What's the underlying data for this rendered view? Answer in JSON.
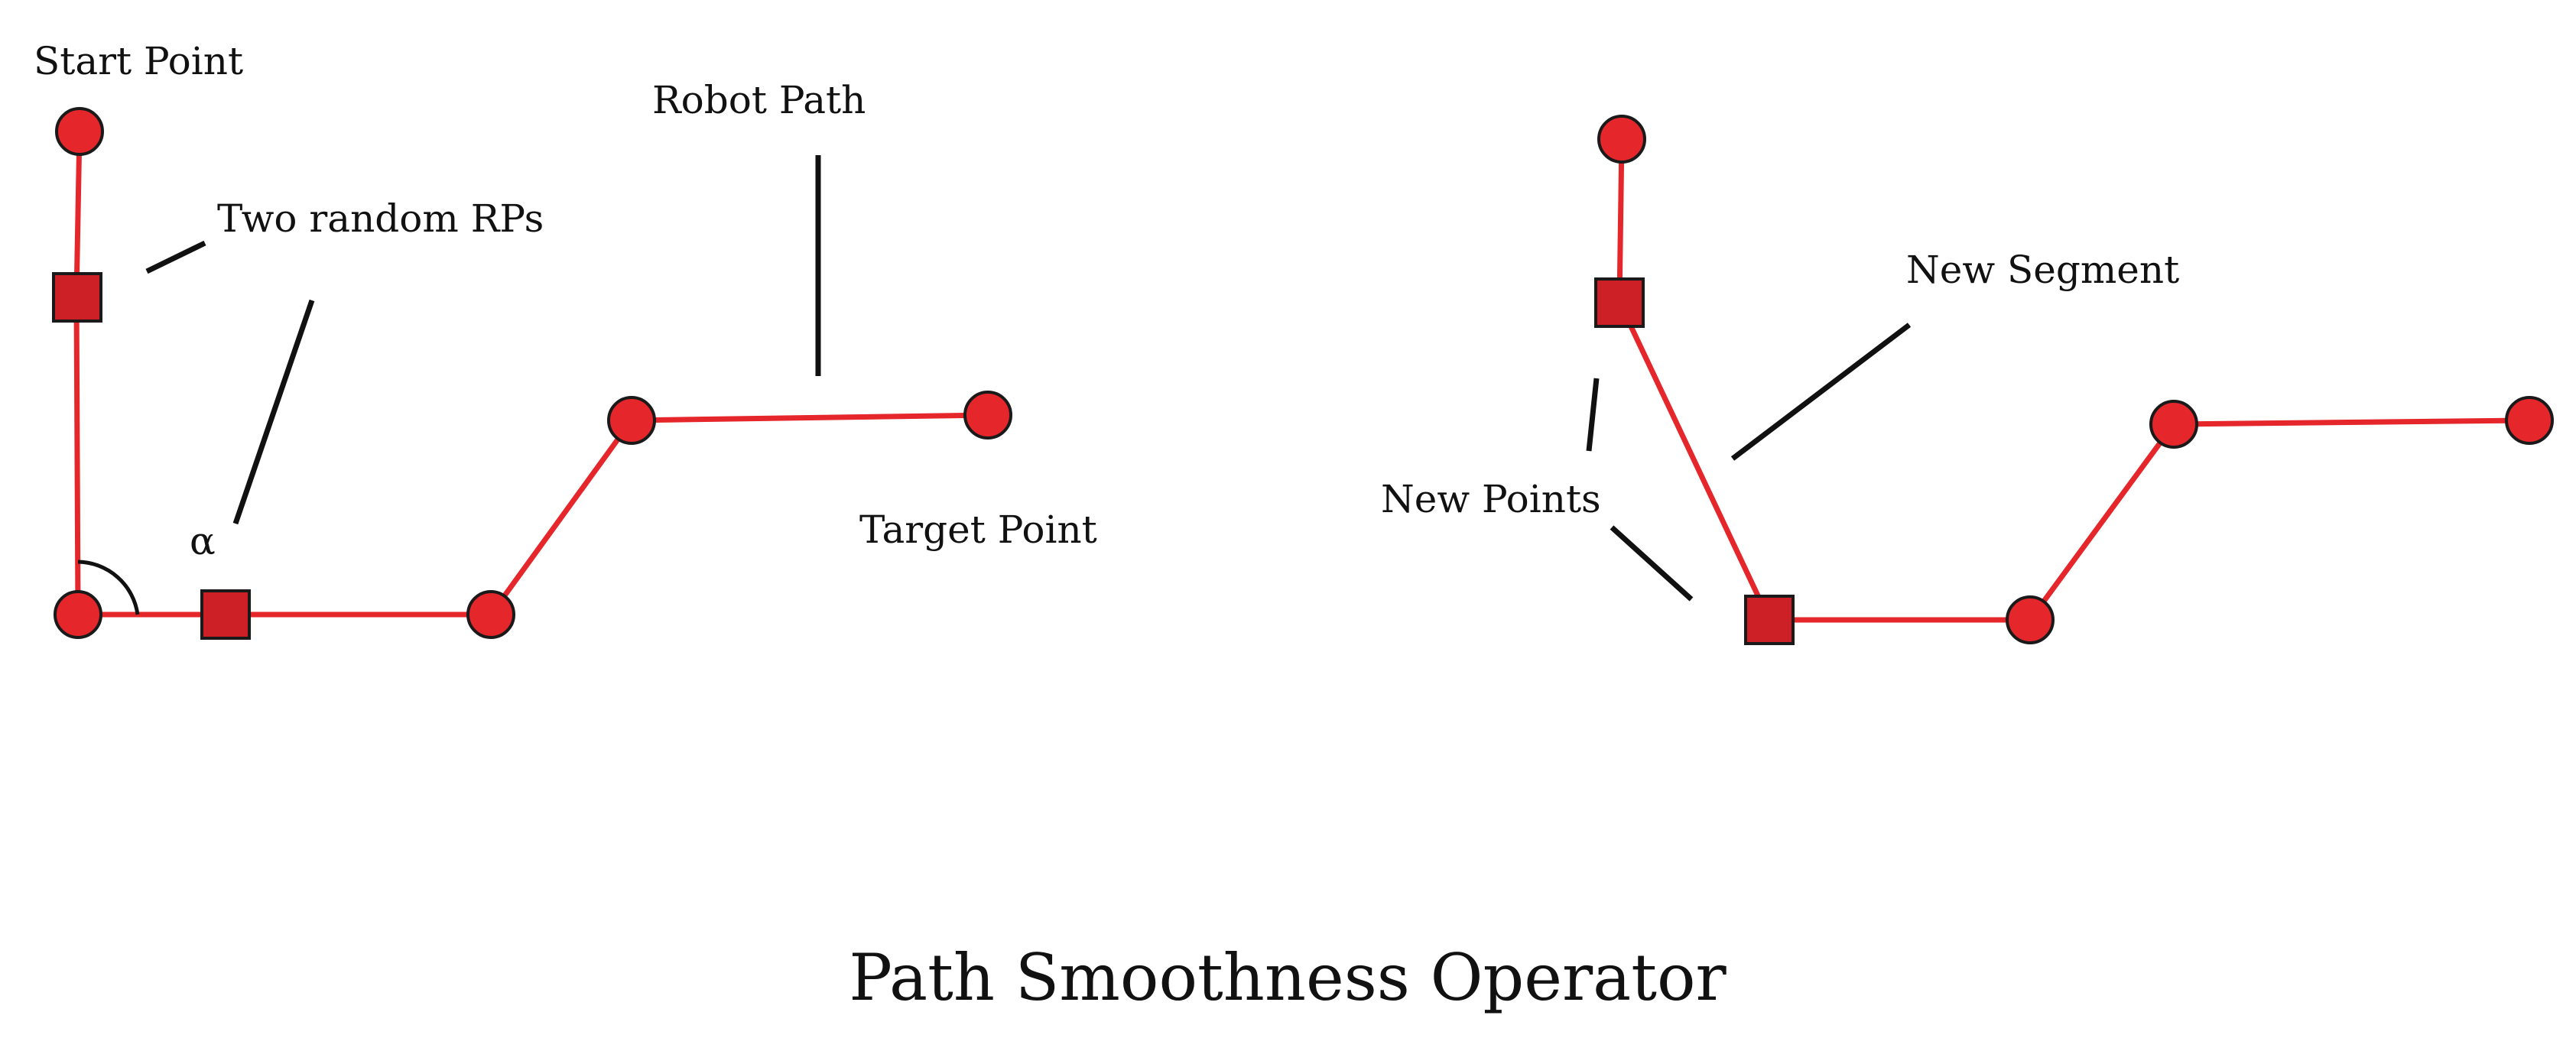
{
  "labels": {
    "start_point": "Start Point",
    "robot_path": "Robot Path",
    "two_random_rps": "Two random RPs",
    "alpha": "α",
    "target_point": "Target Point",
    "new_segment": "New Segment",
    "new_points": "New Points",
    "title": "Path Smoothness Operator"
  },
  "colors": {
    "path": "#e5262b",
    "node_fill": "#e5262b",
    "square_fill": "#cc1f26",
    "outline": "#1a1a1a",
    "text": "#111111"
  }
}
